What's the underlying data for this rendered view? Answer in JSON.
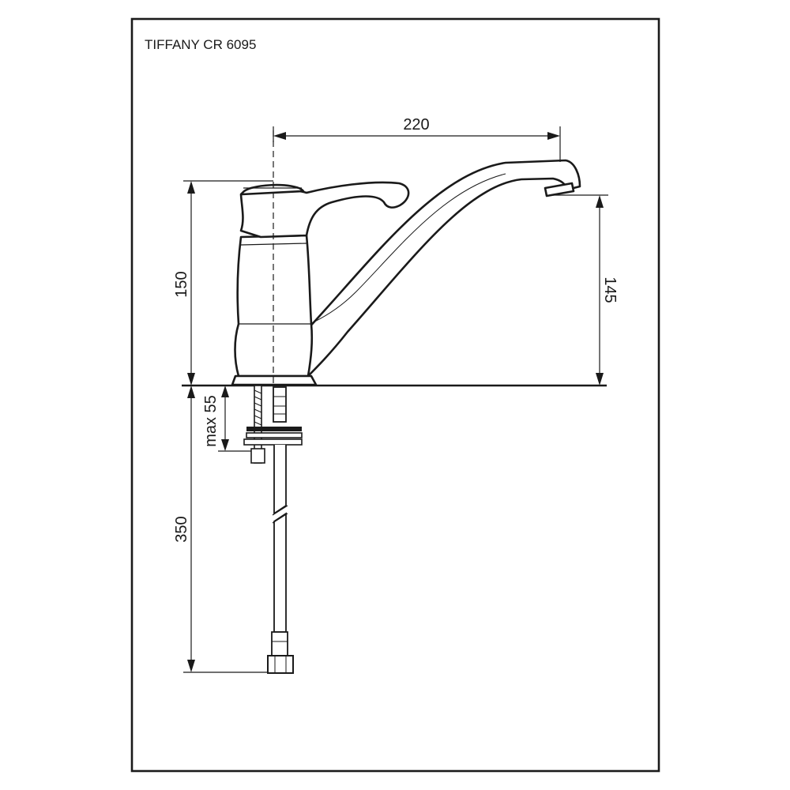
{
  "drawing": {
    "title": "TIFFANY CR 6095",
    "dimensions": {
      "spout_reach": "220",
      "body_height": "150",
      "spout_height": "145",
      "max_thickness": "max 55",
      "hose_length": "350"
    }
  }
}
